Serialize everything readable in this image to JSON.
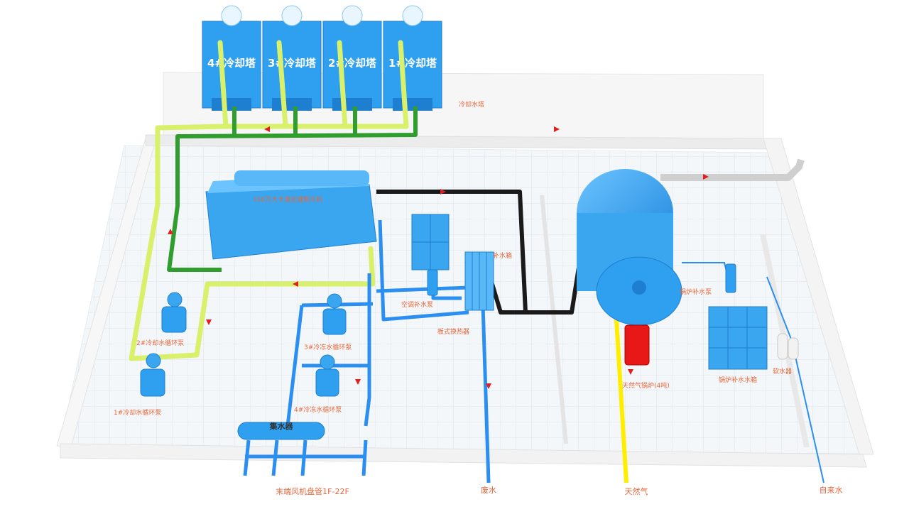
{
  "colors": {
    "equipment": "#3aa6f0",
    "equipment_dark": "#1e7fd0",
    "cooling_supply": "#d8f06a",
    "cooling_return": "#2f9e2f",
    "chilled": "#2a8ff0",
    "black_pipe": "#1a1a1a",
    "gas": "#ffee00",
    "burner": "#e81818",
    "label": "#e8663a",
    "arrow": "#e02020"
  },
  "towers": [
    {
      "label": "4#冷却塔"
    },
    {
      "label": "3#冷却塔"
    },
    {
      "label": "2#冷却塔"
    },
    {
      "label": "1#冷却塔"
    }
  ],
  "chiller": {
    "label": "150万大卡溴化锂制冷机"
  },
  "labels": {
    "tower_pipe": "冷却水塔",
    "pump2": "2#冷却水循环泵",
    "pump1": "1#冷却水循环泵",
    "pump3": "3#冷冻水循环泵",
    "pump4": "4#冷冻水循环泵",
    "collector": "集水器",
    "header_pipe": "末端风机盘管1F-22F",
    "waste": "废水",
    "gas": "天然气",
    "tap": "自来水",
    "plate_hx": "板式换热器",
    "make_up_pump": "空调补水泵",
    "make_up_tank": "补水箱",
    "boiler": "天然气锅炉(4吨)",
    "boiler_pump": "锅炉补水泵",
    "boiler_tank": "锅炉补水水箱",
    "softener": "软水器"
  }
}
